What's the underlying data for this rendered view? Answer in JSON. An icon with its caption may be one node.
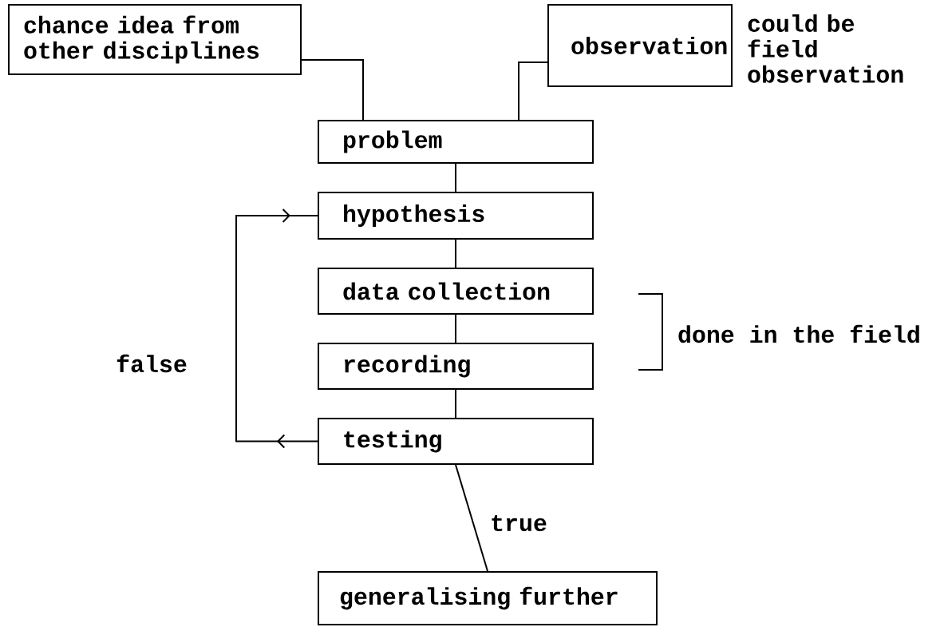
{
  "diagram": {
    "nodes": [
      {
        "text": [
          "chance idea from other disciplines"
        ]
      },
      {
        "text": [
          "observation"
        ],
        "beside": [
          "could be field observation"
        ]
      },
      {
        "text": [
          "problem"
        ]
      },
      {
        "text": [
          "hypothesis"
        ]
      },
      {
        "text": [
          "data collection"
        ]
      },
      {
        "text": [
          "recording"
        ]
      },
      {
        "text": [
          "testing"
        ]
      },
      {
        "text": [
          "generalising further"
        ]
      }
    ],
    "edges": [
      {
        "from": 0,
        "to": 2,
        "arrow": "none"
      },
      {
        "from": 1,
        "to": 2,
        "arrow": "none"
      },
      {
        "from": 2,
        "to": 3,
        "arrow": "none"
      },
      {
        "from": 3,
        "to": 4,
        "arrow": "none"
      },
      {
        "from": 4,
        "to": 5,
        "arrow": "none"
      },
      {
        "from": 5,
        "to": 6,
        "arrow": "none"
      },
      {
        "from": 6,
        "to": 3,
        "arrow": "to",
        "label": "false"
      },
      {
        "from": 6,
        "to": 7,
        "arrow": "none",
        "label": "true"
      }
    ],
    "labels": [
      "done in the field"
    ]
  }
}
